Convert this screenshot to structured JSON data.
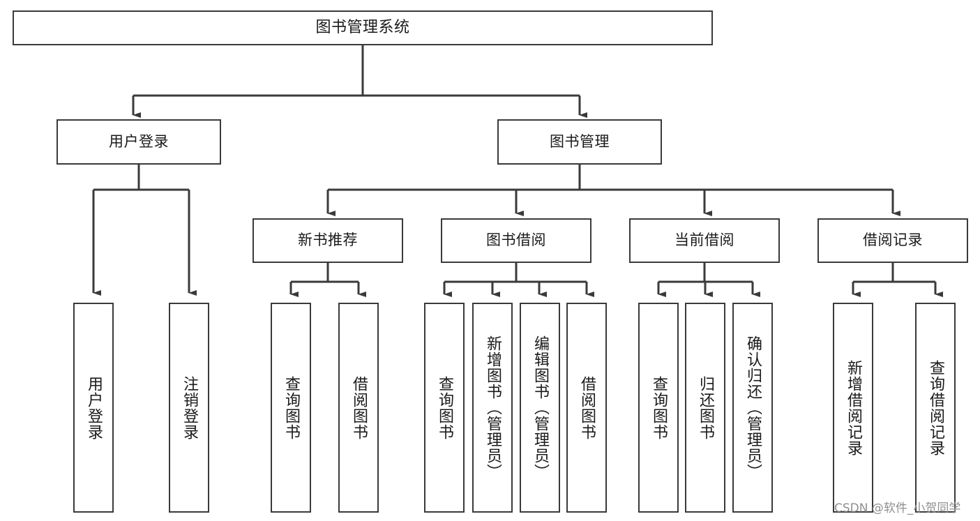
{
  "diagram": {
    "type": "tree-hierarchy",
    "title": "图书管理系统",
    "watermark": "CSDN @软件_小贺同学",
    "colors": {
      "background": "#ffffff",
      "stroke": "#3a3a3a",
      "text": "#1a1a1a",
      "watermark": "#8f8f8f"
    },
    "levels": {
      "root": {
        "label": "图书管理系统"
      },
      "level2": [
        {
          "label": "用户登录"
        },
        {
          "label": "图书管理"
        }
      ],
      "level3": [
        {
          "label": "新书推荐"
        },
        {
          "label": "图书借阅"
        },
        {
          "label": "当前借阅"
        },
        {
          "label": "借阅记录"
        }
      ],
      "leaves": {
        "user_login": [
          {
            "label": "用户登录"
          },
          {
            "label": "注销登录"
          }
        ],
        "new_book_recommend": [
          {
            "label": "查询图书"
          },
          {
            "label": "借阅图书"
          }
        ],
        "book_borrow": [
          {
            "label": "查询图书"
          },
          {
            "label": "新增图书（管理员）"
          },
          {
            "label": "编辑图书（管理员）"
          },
          {
            "label": "借阅图书"
          }
        ],
        "current_borrow": [
          {
            "label": "查询图书"
          },
          {
            "label": "归还图书"
          },
          {
            "label": "确认归还（管理员）"
          }
        ],
        "borrow_record": [
          {
            "label": "新增借阅记录"
          },
          {
            "label": "查询借阅记录"
          }
        ]
      }
    }
  }
}
